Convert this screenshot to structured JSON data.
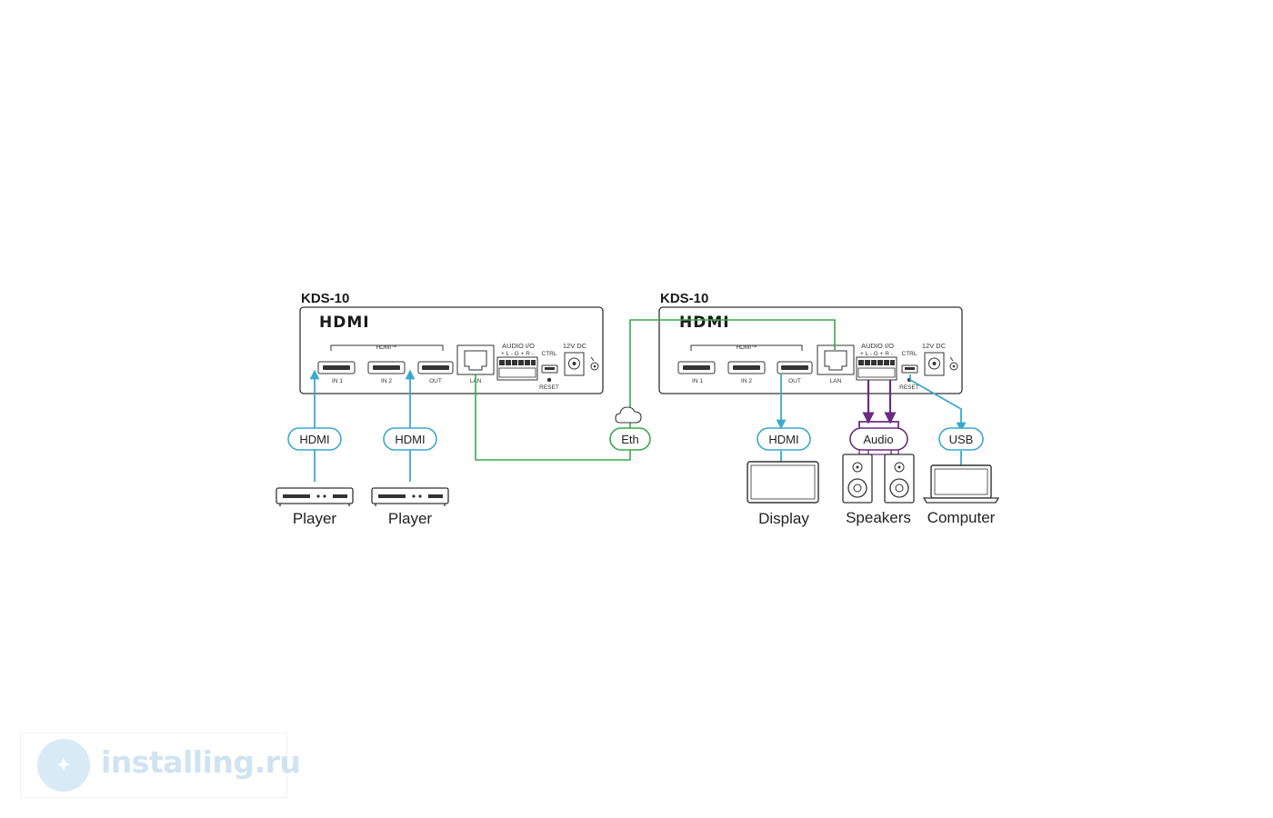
{
  "colors": {
    "hdmi_usb_line": "#3aa9cf",
    "ethernet_line": "#3aa84a",
    "audio_line": "#6b2c80",
    "panel_stroke": "#333333"
  },
  "devices": [
    {
      "title": "KDS-10",
      "logo": "HDMI",
      "hdmi_group_label": "HDMI™",
      "ports": {
        "in1": "IN 1",
        "in2": "IN 2",
        "out": "OUT",
        "lan": "LAN",
        "audio": "AUDIO I/O",
        "audio_pins": "+ L - G + R -",
        "ctrl": "CTRL",
        "reset": "RESET",
        "power": "12V DC"
      }
    },
    {
      "title": "KDS-10",
      "logo": "HDMI",
      "hdmi_group_label": "HDMI™",
      "ports": {
        "in1": "IN 1",
        "in2": "IN 2",
        "out": "OUT",
        "lan": "LAN",
        "audio": "AUDIO I/O",
        "audio_pins": "+ L - G + R -",
        "ctrl": "CTRL",
        "reset": "RESET",
        "power": "12V DC"
      }
    }
  ],
  "connectors": {
    "hdmi_1": "HDMI",
    "hdmi_2": "HDMI",
    "eth": "Eth",
    "hdmi_out": "HDMI",
    "audio": "Audio",
    "usb": "USB"
  },
  "endpoints": {
    "player_1": "Player",
    "player_2": "Player",
    "display": "Display",
    "speakers": "Speakers",
    "computer": "Computer"
  },
  "watermark": {
    "text": "installing.ru"
  }
}
